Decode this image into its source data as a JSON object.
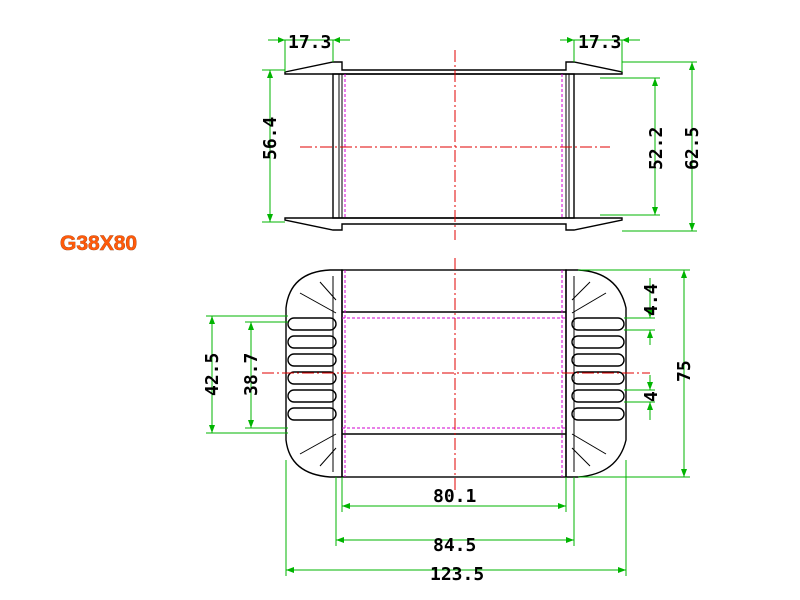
{
  "title": "G38X80",
  "colors": {
    "title": "#ff5a0a",
    "dimension_line": "#00b400",
    "outline": "#000000",
    "centerline": "#e00000",
    "hidden_line": "#d000d0"
  },
  "dimensions": {
    "top_flange_left": "17.3",
    "top_flange_right": "17.3",
    "top_height_inner_left": "56.4",
    "top_height_inner_right": "52.2",
    "top_height_outer": "62.5",
    "front_slot_top": "4.4",
    "front_slot_bottom": "4",
    "front_height": "75",
    "front_window_outer": "42.5",
    "front_window_inner": "38.7",
    "width_inner": "80.1",
    "width_mid": "84.5",
    "width_outer": "123.5"
  }
}
